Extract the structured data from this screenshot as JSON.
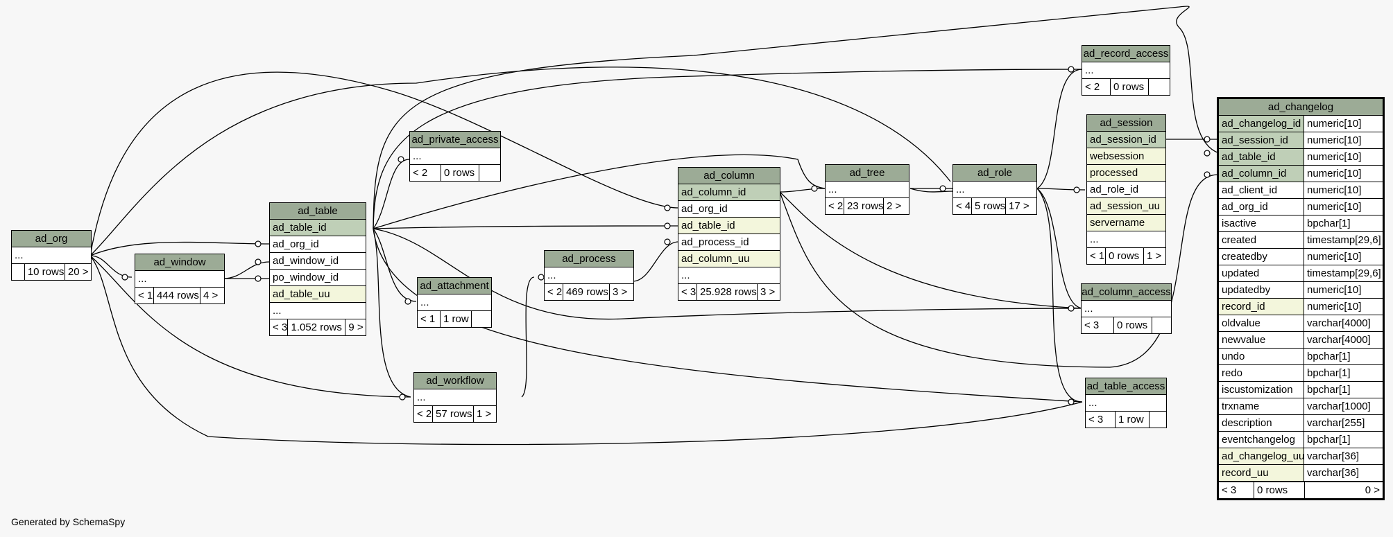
{
  "footer": {
    "generated_by": "Generated by SchemaSpy"
  },
  "tables": {
    "ad_org": {
      "name": "ad_org",
      "rows": [
        "..."
      ],
      "foot": [
        "",
        "10 rows",
        "20 >"
      ]
    },
    "ad_window": {
      "name": "ad_window",
      "rows": [
        "..."
      ],
      "foot": [
        "< 1",
        "444 rows",
        "4 >"
      ]
    },
    "ad_table": {
      "name": "ad_table",
      "cols": [
        "ad_table_id",
        "ad_org_id",
        "ad_window_id",
        "po_window_id",
        "ad_table_uu",
        "..."
      ],
      "foot": [
        "< 3",
        "1.052 rows",
        "9 >"
      ]
    },
    "ad_private_access": {
      "name": "ad_private_access",
      "rows": [
        "..."
      ],
      "foot": [
        "< 2",
        "0 rows",
        ""
      ]
    },
    "ad_attachment": {
      "name": "ad_attachment",
      "rows": [
        "..."
      ],
      "foot": [
        "< 1",
        "1 row",
        ""
      ]
    },
    "ad_workflow": {
      "name": "ad_workflow",
      "rows": [
        "..."
      ],
      "foot": [
        "< 2",
        "57 rows",
        "1 >"
      ]
    },
    "ad_process": {
      "name": "ad_process",
      "rows": [
        "..."
      ],
      "foot": [
        "< 2",
        "469 rows",
        "3 >"
      ]
    },
    "ad_column": {
      "name": "ad_column",
      "cols": [
        "ad_column_id",
        "ad_org_id",
        "ad_table_id",
        "ad_process_id",
        "ad_column_uu",
        "..."
      ],
      "foot": [
        "< 3",
        "25.928 rows",
        "3 >"
      ]
    },
    "ad_tree": {
      "name": "ad_tree",
      "rows": [
        "..."
      ],
      "foot": [
        "< 2",
        "23 rows",
        "2 >"
      ]
    },
    "ad_role": {
      "name": "ad_role",
      "rows": [
        "..."
      ],
      "foot": [
        "< 4",
        "5 rows",
        "17 >"
      ]
    },
    "ad_record_access": {
      "name": "ad_record_access",
      "rows": [
        "..."
      ],
      "foot": [
        "< 2",
        "0 rows",
        ""
      ]
    },
    "ad_session": {
      "name": "ad_session",
      "cols": [
        "ad_session_id",
        "websession",
        "processed",
        "ad_role_id",
        "ad_session_uu",
        "servername",
        "..."
      ],
      "foot": [
        "< 1",
        "0 rows",
        "1 >"
      ]
    },
    "ad_column_access": {
      "name": "ad_column_access",
      "rows": [
        "..."
      ],
      "foot": [
        "< 3",
        "0 rows",
        ""
      ]
    },
    "ad_table_access": {
      "name": "ad_table_access",
      "rows": [
        "..."
      ],
      "foot": [
        "< 3",
        "1 row",
        ""
      ]
    },
    "ad_changelog": {
      "name": "ad_changelog",
      "columns": [
        [
          "ad_changelog_id",
          "numeric[10]"
        ],
        [
          "ad_session_id",
          "numeric[10]"
        ],
        [
          "ad_table_id",
          "numeric[10]"
        ],
        [
          "ad_column_id",
          "numeric[10]"
        ],
        [
          "ad_client_id",
          "numeric[10]"
        ],
        [
          "ad_org_id",
          "numeric[10]"
        ],
        [
          "isactive",
          "bpchar[1]"
        ],
        [
          "created",
          "timestamp[29,6]"
        ],
        [
          "createdby",
          "numeric[10]"
        ],
        [
          "updated",
          "timestamp[29,6]"
        ],
        [
          "updatedby",
          "numeric[10]"
        ],
        [
          "record_id",
          "numeric[10]"
        ],
        [
          "oldvalue",
          "varchar[4000]"
        ],
        [
          "newvalue",
          "varchar[4000]"
        ],
        [
          "undo",
          "bpchar[1]"
        ],
        [
          "redo",
          "bpchar[1]"
        ],
        [
          "iscustomization",
          "bpchar[1]"
        ],
        [
          "trxname",
          "varchar[1000]"
        ],
        [
          "description",
          "varchar[255]"
        ],
        [
          "eventchangelog",
          "bpchar[1]"
        ],
        [
          "ad_changelog_uu",
          "varchar[36]"
        ],
        [
          "record_uu",
          "varchar[36]"
        ]
      ],
      "foot": [
        "< 3",
        "0 rows",
        "0 >"
      ]
    }
  },
  "colors": {
    "header": "#9cab96",
    "primary_key": "#bfcfb7",
    "indexed": "#f3f6dc",
    "background": "#f7f7f7"
  }
}
